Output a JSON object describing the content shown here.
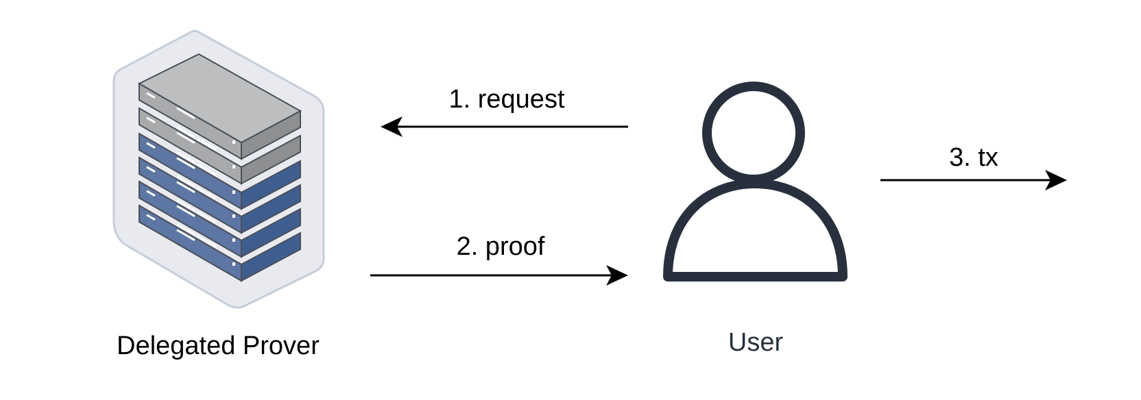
{
  "nodes": {
    "prover": {
      "label": "Delegated Prover",
      "icon": "server-rack-icon"
    },
    "user": {
      "label": "User",
      "icon": "user-icon"
    }
  },
  "edges": {
    "request": {
      "label": "1. request"
    },
    "proof": {
      "label": "2. proof"
    },
    "tx": {
      "label": "3. tx"
    }
  },
  "colors": {
    "stroke": "#000000",
    "user_icon": "#28303d",
    "user_label": "#28303d",
    "hex_fill": "#e8eaf0",
    "hex_border": "#c5ceda",
    "gray_top": "#bdbec0",
    "gray_side": "#8e8f91",
    "blue_top": "#6b83ae",
    "blue_side": "#3f5e90"
  }
}
